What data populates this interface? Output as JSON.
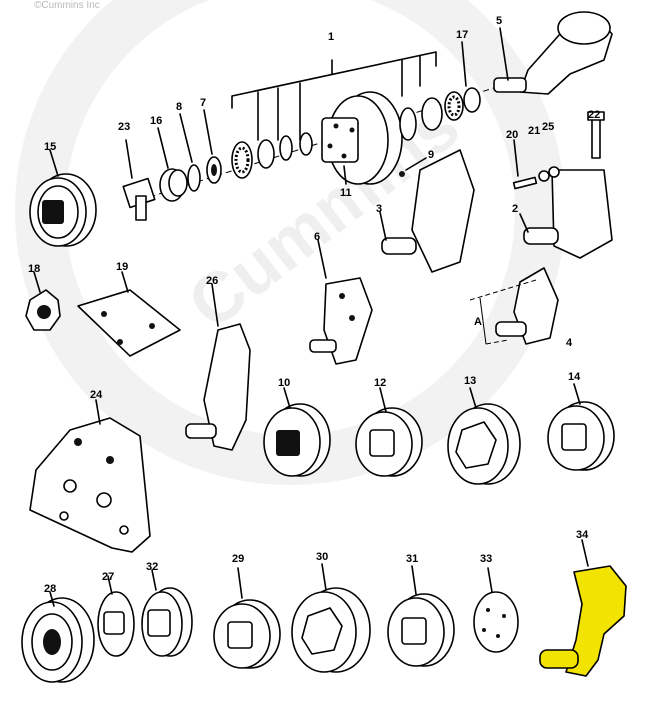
{
  "copyright": "©Cummins Inc",
  "watermark": "Cummins",
  "highlight_color": "#f2e300",
  "callouts": [
    {
      "id": "c1",
      "text": "1"
    },
    {
      "id": "c2",
      "text": "2"
    },
    {
      "id": "c3",
      "text": "3"
    },
    {
      "id": "c4",
      "text": "4"
    },
    {
      "id": "c5",
      "text": "5"
    },
    {
      "id": "c6",
      "text": "6"
    },
    {
      "id": "c7",
      "text": "7"
    },
    {
      "id": "c8",
      "text": "8"
    },
    {
      "id": "c9",
      "text": "9"
    },
    {
      "id": "c10",
      "text": "10"
    },
    {
      "id": "c11",
      "text": "11"
    },
    {
      "id": "c12",
      "text": "12"
    },
    {
      "id": "c13",
      "text": "13"
    },
    {
      "id": "c14",
      "text": "14"
    },
    {
      "id": "c15",
      "text": "15"
    },
    {
      "id": "c16",
      "text": "16"
    },
    {
      "id": "c17",
      "text": "17"
    },
    {
      "id": "c18",
      "text": "18"
    },
    {
      "id": "c19",
      "text": "19"
    },
    {
      "id": "c20",
      "text": "20"
    },
    {
      "id": "c21",
      "text": "21"
    },
    {
      "id": "c22",
      "text": "22"
    },
    {
      "id": "c23",
      "text": "23"
    },
    {
      "id": "c24",
      "text": "24"
    },
    {
      "id": "c25",
      "text": "25"
    },
    {
      "id": "c26",
      "text": "26"
    },
    {
      "id": "c27",
      "text": "27"
    },
    {
      "id": "c28",
      "text": "28"
    },
    {
      "id": "c29",
      "text": "29"
    },
    {
      "id": "c30",
      "text": "30"
    },
    {
      "id": "c31",
      "text": "31"
    },
    {
      "id": "c32",
      "text": "32"
    },
    {
      "id": "c33",
      "text": "33"
    },
    {
      "id": "c34",
      "text": "34"
    }
  ],
  "dimension_label": "A"
}
